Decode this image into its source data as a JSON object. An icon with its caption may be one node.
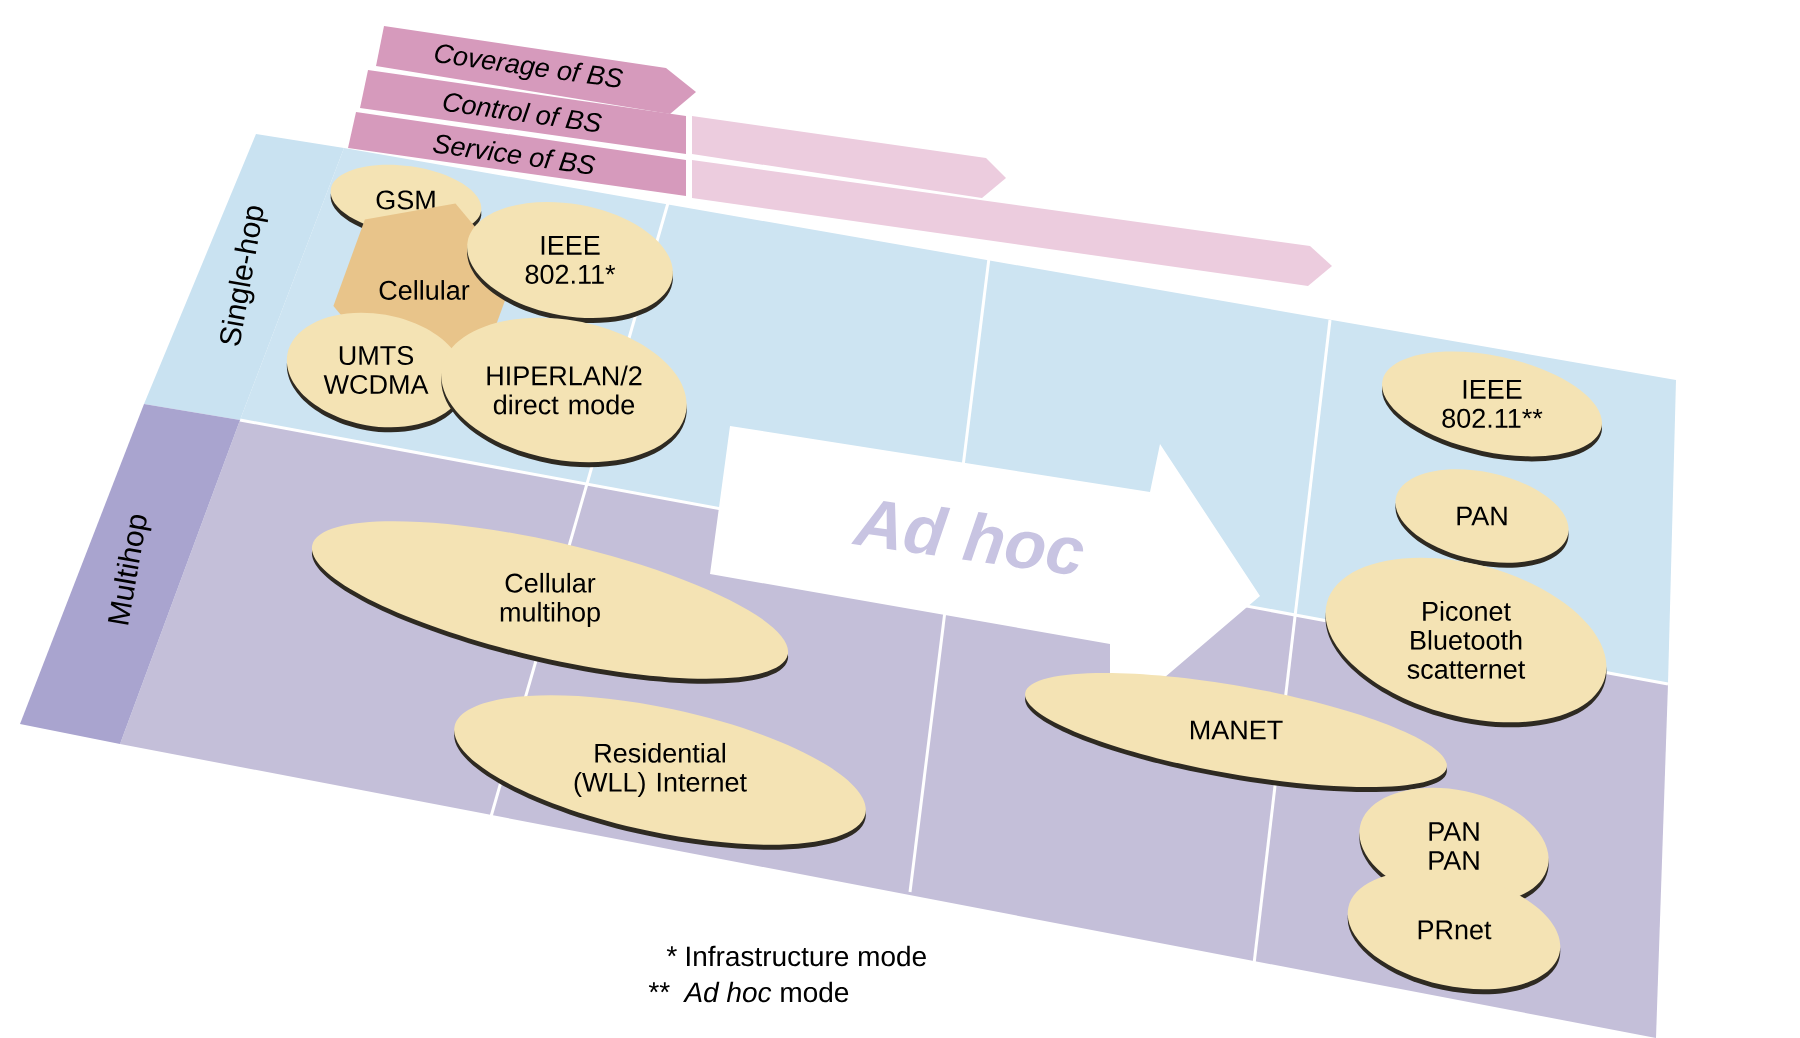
{
  "diagram": {
    "nodes": [
      {
        "text": [
          "Coverage of BS"
        ]
      },
      {
        "text": [
          "Control of BS"
        ]
      },
      {
        "text": [
          "Service of BS"
        ]
      },
      {
        "text": [
          "Single-hop"
        ]
      },
      {
        "text": [
          "Multihop"
        ]
      },
      {
        "text": [
          "GSM"
        ]
      },
      {
        "text": [
          "Cellular"
        ]
      },
      {
        "text": [
          "IEEE 802.11*"
        ]
      },
      {
        "text": [
          "UMTS WCDMA"
        ]
      },
      {
        "text": [
          "HIPERLAN/2 direct mode"
        ]
      },
      {
        "text": [
          "Ad hoc"
        ]
      },
      {
        "text": [
          "IEEE 802.11**"
        ]
      },
      {
        "text": [
          "PAN"
        ]
      },
      {
        "text": [
          "Piconet Bluetooth scatternet"
        ]
      },
      {
        "text": [
          "Cellular multihop"
        ]
      },
      {
        "text": [
          "Residential (WLL) Internet"
        ]
      },
      {
        "text": [
          "MANET"
        ]
      },
      {
        "text": [
          "PAN PAN"
        ]
      },
      {
        "text": [
          "PRnet"
        ]
      }
    ],
    "labels": [
      "*",
      "Infrastructure mode",
      "**",
      "*Ad hoc* mode"
    ]
  }
}
